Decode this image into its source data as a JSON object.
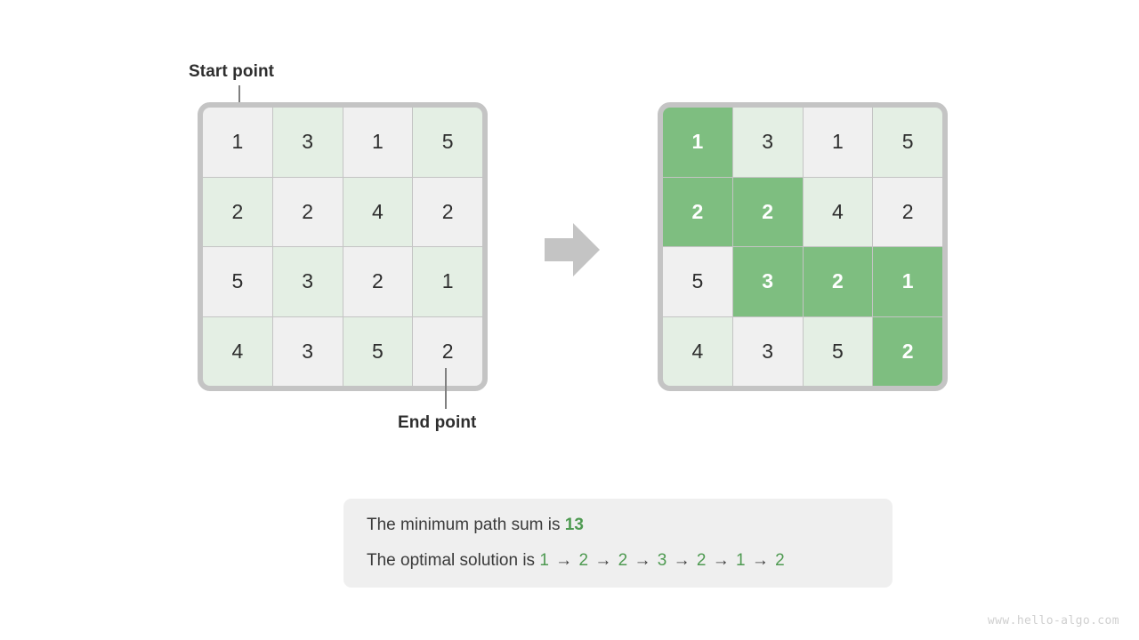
{
  "figure": {
    "watermark": "www.hello-algo.com",
    "arrow_icon": "right-block-arrow-icon",
    "colors": {
      "cell_light": "#f0f0f0",
      "cell_tint": "#e4efe4",
      "cell_highlight": "#7ebe80",
      "grid_border": "#c4c4c4",
      "accent_green": "#4e9a51",
      "text_dark": "#2e2e2e",
      "caption_bg": "#efefef",
      "arrow_gray": "#c4c4c4"
    }
  },
  "annotations": {
    "start_label": "Start point",
    "end_label": "End point"
  },
  "left_grid": {
    "title": "input-grid",
    "rows": [
      [
        {
          "value": "1",
          "shade": "light",
          "highlight": false
        },
        {
          "value": "3",
          "shade": "tint",
          "highlight": false
        },
        {
          "value": "1",
          "shade": "light",
          "highlight": false
        },
        {
          "value": "5",
          "shade": "tint",
          "highlight": false
        }
      ],
      [
        {
          "value": "2",
          "shade": "tint",
          "highlight": false
        },
        {
          "value": "2",
          "shade": "light",
          "highlight": false
        },
        {
          "value": "4",
          "shade": "tint",
          "highlight": false
        },
        {
          "value": "2",
          "shade": "light",
          "highlight": false
        }
      ],
      [
        {
          "value": "5",
          "shade": "light",
          "highlight": false
        },
        {
          "value": "3",
          "shade": "tint",
          "highlight": false
        },
        {
          "value": "2",
          "shade": "light",
          "highlight": false
        },
        {
          "value": "1",
          "shade": "tint",
          "highlight": false
        }
      ],
      [
        {
          "value": "4",
          "shade": "tint",
          "highlight": false
        },
        {
          "value": "3",
          "shade": "light",
          "highlight": false
        },
        {
          "value": "5",
          "shade": "tint",
          "highlight": false
        },
        {
          "value": "2",
          "shade": "light",
          "highlight": false
        }
      ]
    ]
  },
  "right_grid": {
    "title": "solution-grid",
    "rows": [
      [
        {
          "value": "1",
          "shade": "light",
          "highlight": true
        },
        {
          "value": "3",
          "shade": "tint",
          "highlight": false
        },
        {
          "value": "1",
          "shade": "light",
          "highlight": false
        },
        {
          "value": "5",
          "shade": "tint",
          "highlight": false
        }
      ],
      [
        {
          "value": "2",
          "shade": "tint",
          "highlight": true
        },
        {
          "value": "2",
          "shade": "light",
          "highlight": true
        },
        {
          "value": "4",
          "shade": "tint",
          "highlight": false
        },
        {
          "value": "2",
          "shade": "light",
          "highlight": false
        }
      ],
      [
        {
          "value": "5",
          "shade": "light",
          "highlight": false
        },
        {
          "value": "3",
          "shade": "tint",
          "highlight": true
        },
        {
          "value": "2",
          "shade": "light",
          "highlight": true
        },
        {
          "value": "1",
          "shade": "tint",
          "highlight": true
        }
      ],
      [
        {
          "value": "4",
          "shade": "tint",
          "highlight": false
        },
        {
          "value": "3",
          "shade": "light",
          "highlight": false
        },
        {
          "value": "5",
          "shade": "tint",
          "highlight": false
        },
        {
          "value": "2",
          "shade": "light",
          "highlight": true
        }
      ]
    ]
  },
  "caption": {
    "sum_prefix": "The minimum path sum is ",
    "sum_value": "13",
    "solution_prefix": "The optimal solution is ",
    "solution_sequence": [
      "1",
      "2",
      "2",
      "3",
      "2",
      "1",
      "2"
    ],
    "arrow_glyph": "→"
  }
}
